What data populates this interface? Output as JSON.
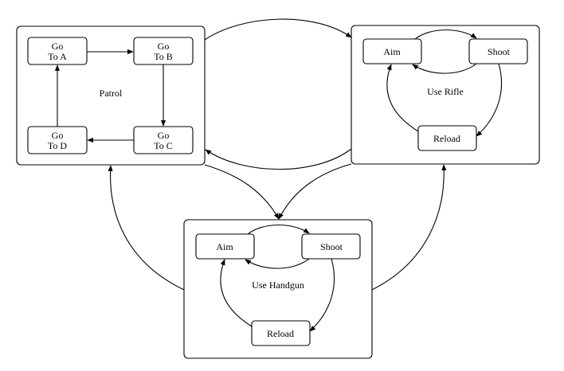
{
  "groups": {
    "patrol": {
      "label": "Patrol",
      "nodes": {
        "go_to_a": [
          "Go",
          "To A"
        ],
        "go_to_b": [
          "Go",
          "To B"
        ],
        "go_to_c": [
          "Go",
          "To C"
        ],
        "go_to_d": [
          "Go",
          "To D"
        ]
      }
    },
    "use_rifle": {
      "label": "Use Rifle",
      "nodes": {
        "aim": "Aim",
        "shoot": "Shoot",
        "reload": "Reload"
      }
    },
    "use_handgun": {
      "label": "Use Handgun",
      "nodes": {
        "aim": "Aim",
        "shoot": "Shoot",
        "reload": "Reload"
      }
    }
  },
  "colors": {
    "stroke": "#000000",
    "background": "#ffffff"
  }
}
